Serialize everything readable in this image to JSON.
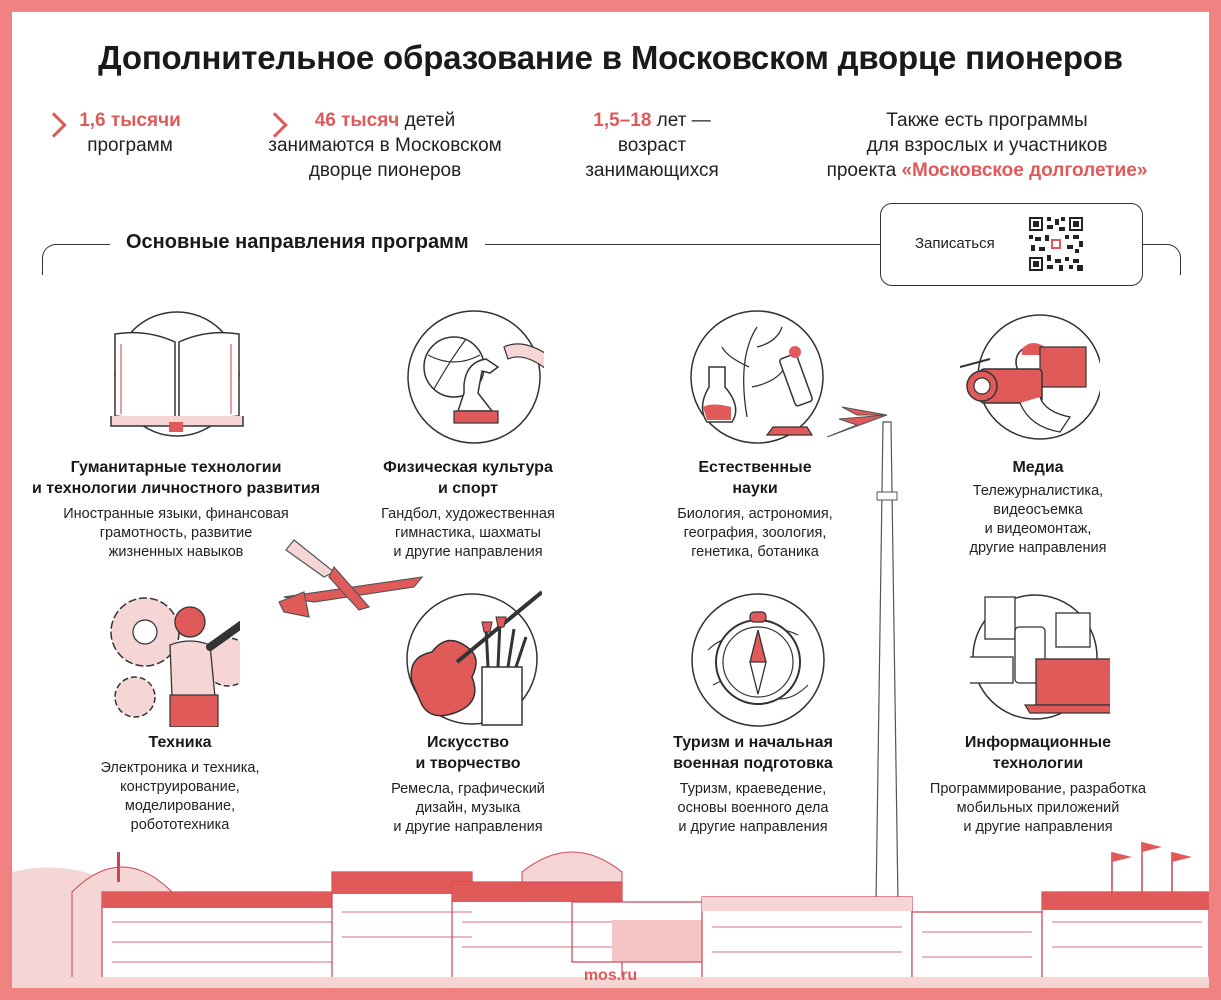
{
  "title": "Дополнительное образование в Московском дворце пионеров",
  "stats": [
    {
      "highlight": "1,6 тысячи",
      "line1_rest": "",
      "line2": "программ",
      "line3": ""
    },
    {
      "highlight": "46 тысяч",
      "line1_rest": " детей",
      "line2": "занимаются в Московском",
      "line3": "дворце пионеров"
    },
    {
      "highlight": "1,5–18",
      "line1_rest": " лет —",
      "line2": "возраст",
      "line3": "занимающихся"
    },
    {
      "line1": "Также есть программы",
      "line2": "для взрослых и участников",
      "line3_prefix": "проекта ",
      "highlight": "«Московское долголетие»"
    }
  ],
  "section_title": "Основные направления программ",
  "signup_label": "Записаться",
  "cards": [
    {
      "title1": "Гуманитарные технологии",
      "title2": "и технологии личностного развития",
      "desc": [
        "Иностранные языки, финансовая",
        "грамотность, развитие",
        "жизненных навыков"
      ],
      "icon": "book-icon"
    },
    {
      "title1": "Физическая культура",
      "title2": "и спорт",
      "desc": [
        "Гандбол, художественная",
        "гимнастика, шахматы",
        "и другие направления"
      ],
      "icon": "sport-icon"
    },
    {
      "title1": "Естественные",
      "title2": "науки",
      "desc": [
        "Биология, астрономия,",
        "география, зоология,",
        "генетика, ботаника"
      ],
      "icon": "science-icon"
    },
    {
      "title1": "Медиа",
      "title2": "",
      "desc": [
        "Тележурналистика,",
        "видеосъемка",
        "и видеомонтаж,",
        "другие направления"
      ],
      "icon": "camera-icon"
    },
    {
      "title1": "Техника",
      "title2": "",
      "desc": [
        "Электроника и техника,",
        "конструирование,",
        "моделирование,",
        "робототехника"
      ],
      "icon": "gears-icon"
    },
    {
      "title1": "Искусство",
      "title2": "и творчество",
      "desc": [
        "Ремесла, графический",
        "дизайн, музыка",
        "и другие направления"
      ],
      "icon": "violin-icon"
    },
    {
      "title1": "Туризм и начальная",
      "title2": "военная подготовка",
      "desc": [
        "Туризм, краеведение,",
        "основы военного дела",
        "и другие направления"
      ],
      "icon": "compass-icon"
    },
    {
      "title1": "Информационные",
      "title2": "технологии",
      "desc": [
        "Программирование, разработка",
        "мобильных приложений",
        "и другие направления"
      ],
      "icon": "devices-icon"
    }
  ],
  "footer": "mos.ru",
  "colors": {
    "accent": "#e05a5a",
    "border": "#f08282",
    "light": "#f6d5d5"
  }
}
